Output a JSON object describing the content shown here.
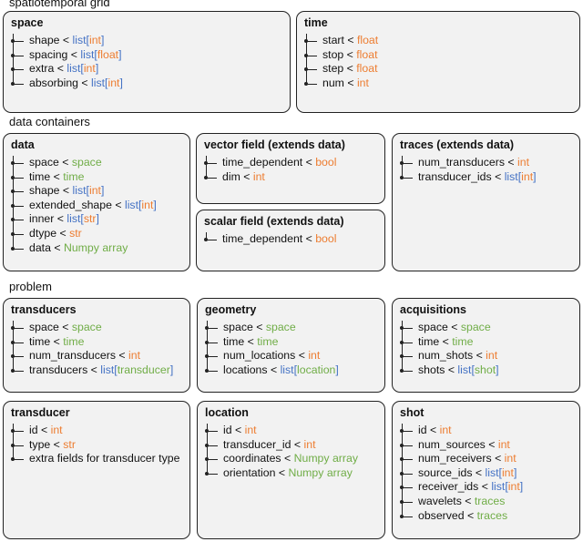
{
  "colors": {
    "base": "#4472c4",
    "param": "#ed7d31",
    "ref": "#70ad47",
    "text": "#111111"
  },
  "sections": {
    "grid": "spatiotemporal grid",
    "containers": "data containers",
    "problem": "problem"
  },
  "boxes": {
    "space": {
      "title": "space",
      "rows": [
        {
          "field": "shape",
          "type": [
            [
              "list[",
              "base"
            ],
            [
              "int",
              "param"
            ],
            [
              "]",
              "base"
            ]
          ]
        },
        {
          "field": "spacing",
          "type": [
            [
              "list[",
              "base"
            ],
            [
              "float",
              "param"
            ],
            [
              "]",
              "base"
            ]
          ]
        },
        {
          "field": "extra",
          "type": [
            [
              "list[",
              "base"
            ],
            [
              "int",
              "param"
            ],
            [
              "]",
              "base"
            ]
          ]
        },
        {
          "field": "absorbing",
          "type": [
            [
              "list[",
              "base"
            ],
            [
              "int",
              "param"
            ],
            [
              "]",
              "base"
            ]
          ]
        }
      ]
    },
    "time": {
      "title": "time",
      "rows": [
        {
          "field": "start",
          "type": [
            [
              "float",
              "param"
            ]
          ]
        },
        {
          "field": "stop",
          "type": [
            [
              "float",
              "param"
            ]
          ]
        },
        {
          "field": "step",
          "type": [
            [
              "float",
              "param"
            ]
          ]
        },
        {
          "field": "num",
          "type": [
            [
              "int",
              "param"
            ]
          ]
        }
      ]
    },
    "data": {
      "title": "data",
      "rows": [
        {
          "field": "space",
          "type": [
            [
              "space",
              "ref"
            ]
          ]
        },
        {
          "field": "time",
          "type": [
            [
              "time",
              "ref"
            ]
          ]
        },
        {
          "field": "shape",
          "type": [
            [
              "list[",
              "base"
            ],
            [
              "int",
              "param"
            ],
            [
              "]",
              "base"
            ]
          ]
        },
        {
          "field": "extended_shape",
          "type": [
            [
              "list[",
              "base"
            ],
            [
              "int",
              "param"
            ],
            [
              "]",
              "base"
            ]
          ]
        },
        {
          "field": "inner",
          "type": [
            [
              "list[",
              "base"
            ],
            [
              "str",
              "param"
            ],
            [
              "]",
              "base"
            ]
          ]
        },
        {
          "field": "dtype",
          "type": [
            [
              "str",
              "param"
            ]
          ]
        },
        {
          "field": "data",
          "type": [
            [
              "Numpy array",
              "ref"
            ]
          ]
        }
      ]
    },
    "vector_field": {
      "title": "vector field (extends data)",
      "rows": [
        {
          "field": "time_dependent",
          "type": [
            [
              "bool",
              "param"
            ]
          ]
        },
        {
          "field": "dim",
          "type": [
            [
              "int",
              "param"
            ]
          ]
        }
      ]
    },
    "scalar_field": {
      "title": "scalar field (extends data)",
      "rows": [
        {
          "field": "time_dependent",
          "type": [
            [
              "bool",
              "param"
            ]
          ]
        }
      ]
    },
    "traces": {
      "title": "traces (extends data)",
      "rows": [
        {
          "field": "num_transducers",
          "type": [
            [
              "int",
              "param"
            ]
          ]
        },
        {
          "field": "transducer_ids",
          "type": [
            [
              "list[",
              "base"
            ],
            [
              "int",
              "param"
            ],
            [
              "]",
              "base"
            ]
          ]
        }
      ]
    },
    "transducers": {
      "title": "transducers",
      "rows": [
        {
          "field": "space",
          "type": [
            [
              "space",
              "ref"
            ]
          ]
        },
        {
          "field": "time",
          "type": [
            [
              "time",
              "ref"
            ]
          ]
        },
        {
          "field": "num_transducers",
          "type": [
            [
              "int",
              "param"
            ]
          ]
        },
        {
          "field": "transducers",
          "type": [
            [
              "list[",
              "base"
            ],
            [
              "transducer",
              "ref"
            ],
            [
              "]",
              "base"
            ]
          ]
        }
      ]
    },
    "geometry": {
      "title": "geometry",
      "rows": [
        {
          "field": "space",
          "type": [
            [
              "space",
              "ref"
            ]
          ]
        },
        {
          "field": "time",
          "type": [
            [
              "time",
              "ref"
            ]
          ]
        },
        {
          "field": "num_locations",
          "type": [
            [
              "int",
              "param"
            ]
          ]
        },
        {
          "field": "locations",
          "type": [
            [
              "list[",
              "base"
            ],
            [
              "location",
              "ref"
            ],
            [
              "]",
              "base"
            ]
          ]
        }
      ]
    },
    "acquisitions": {
      "title": "acquisitions",
      "rows": [
        {
          "field": "space",
          "type": [
            [
              "space",
              "ref"
            ]
          ]
        },
        {
          "field": "time",
          "type": [
            [
              "time",
              "ref"
            ]
          ]
        },
        {
          "field": "num_shots",
          "type": [
            [
              "int",
              "param"
            ]
          ]
        },
        {
          "field": "shots",
          "type": [
            [
              "list[",
              "base"
            ],
            [
              "shot",
              "ref"
            ],
            [
              "]",
              "base"
            ]
          ]
        }
      ]
    },
    "transducer": {
      "title": "transducer",
      "rows": [
        {
          "field": "id",
          "type": [
            [
              "int",
              "param"
            ]
          ]
        },
        {
          "field": "type",
          "type": [
            [
              "str",
              "param"
            ]
          ]
        },
        {
          "field": "extra fields for transducer type",
          "type": []
        }
      ]
    },
    "location": {
      "title": "location",
      "rows": [
        {
          "field": "id",
          "type": [
            [
              "int",
              "param"
            ]
          ]
        },
        {
          "field": "transducer_id",
          "type": [
            [
              "int",
              "param"
            ]
          ]
        },
        {
          "field": "coordinates",
          "type": [
            [
              "Numpy array",
              "ref"
            ]
          ]
        },
        {
          "field": "orientation",
          "type": [
            [
              "Numpy array",
              "ref"
            ]
          ]
        }
      ]
    },
    "shot": {
      "title": "shot",
      "rows": [
        {
          "field": "id",
          "type": [
            [
              "int",
              "param"
            ]
          ]
        },
        {
          "field": "num_sources",
          "type": [
            [
              "int",
              "param"
            ]
          ]
        },
        {
          "field": "num_receivers",
          "type": [
            [
              "int",
              "param"
            ]
          ]
        },
        {
          "field": "source_ids",
          "type": [
            [
              "list[",
              "base"
            ],
            [
              "int",
              "param"
            ],
            [
              "]",
              "base"
            ]
          ]
        },
        {
          "field": "receiver_ids",
          "type": [
            [
              "list[",
              "base"
            ],
            [
              "int",
              "param"
            ],
            [
              "]",
              "base"
            ]
          ]
        },
        {
          "field": "wavelets",
          "type": [
            [
              "traces",
              "ref"
            ]
          ]
        },
        {
          "field": "observed",
          "type": [
            [
              "traces",
              "ref"
            ]
          ]
        }
      ]
    }
  }
}
